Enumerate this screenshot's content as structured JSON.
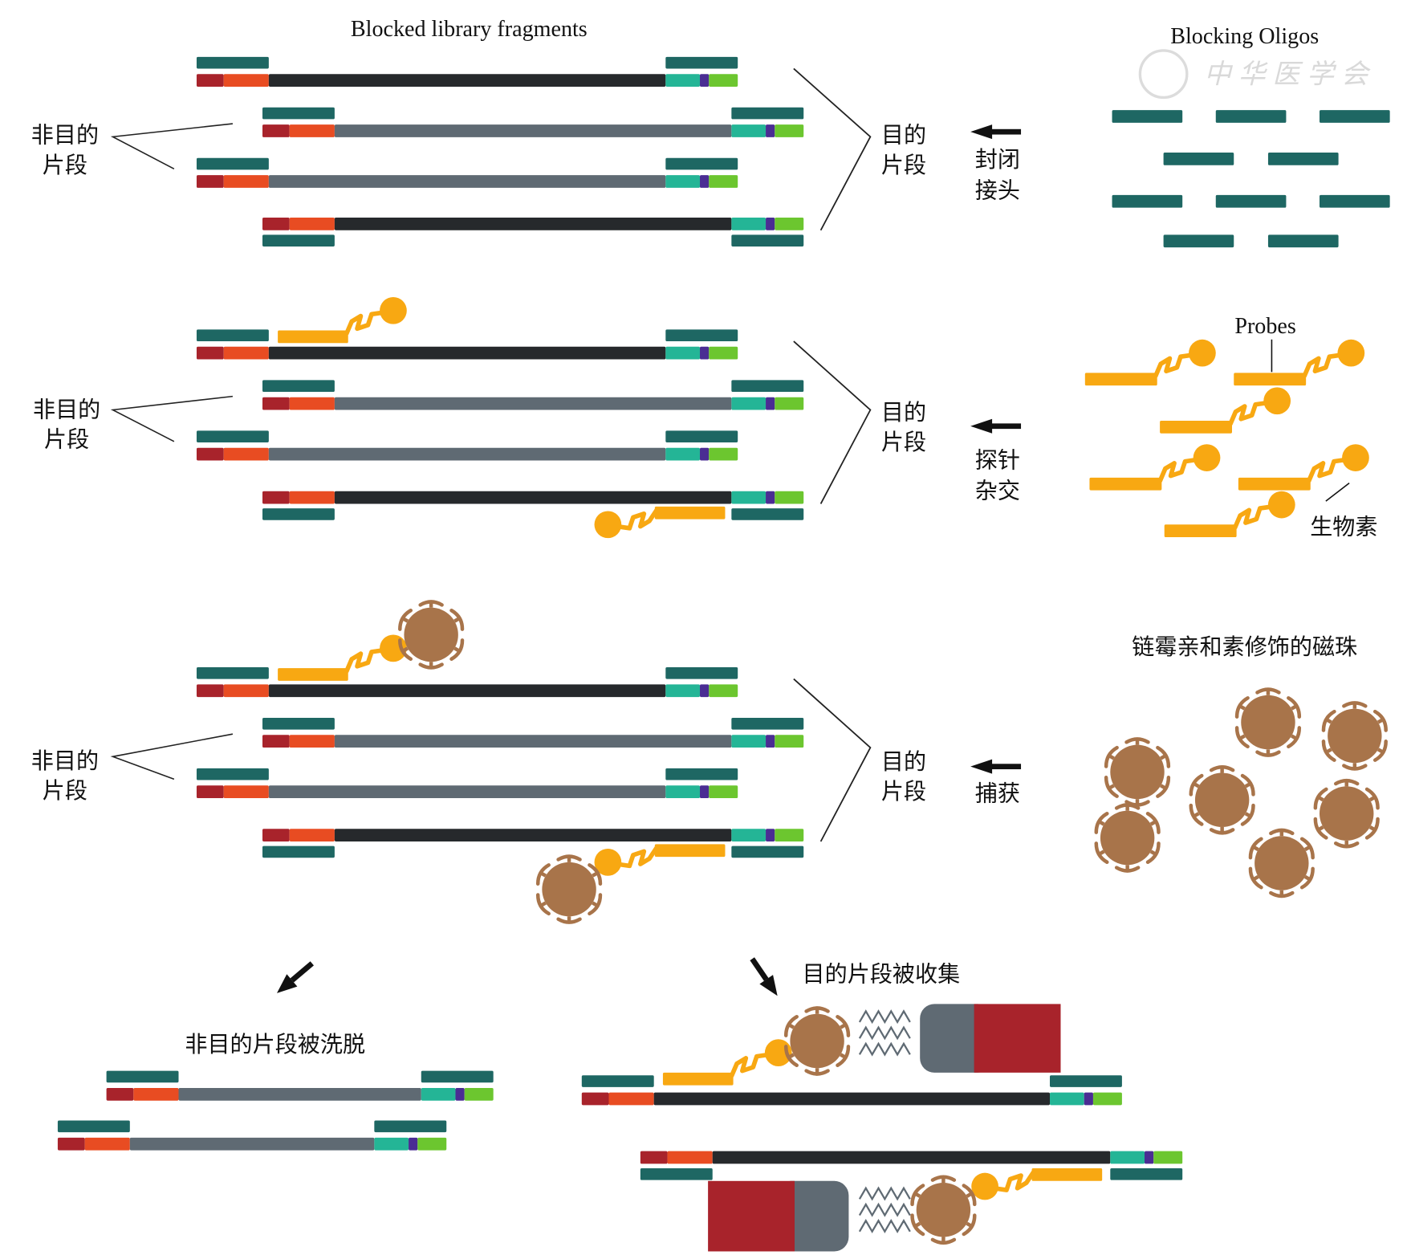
{
  "title": "Blocked library fragments",
  "colors": {
    "blocker": "#1e6763",
    "p5_red": "#a8232b",
    "p5_orange": "#e84c22",
    "insert_target": "#26292c",
    "insert_nontarget": "#5f6a73",
    "p3_teal": "#24b596",
    "p3_purple": "#4a2d93",
    "p3_green": "#6cc62f",
    "probe": "#f8a812",
    "bead": "#a8744a",
    "magnet_gray": "#5f6a73",
    "magnet_red": "#a8232b",
    "text": "#111111"
  },
  "watermark": "中华医学会",
  "legend": {
    "blocking_oligos": "Blocking Oligos",
    "probes": "Probes",
    "biotin": "生物素",
    "beads": "链霉亲和素修饰的磁珠"
  },
  "steps": [
    {
      "id": "block",
      "arrow_label_lines": [
        "封闭",
        "接头"
      ],
      "nontarget_label_lines": [
        "非目的",
        "片段"
      ],
      "target_label_lines": [
        "目的",
        "片段"
      ]
    },
    {
      "id": "hybridize",
      "arrow_label_lines": [
        "探针",
        "杂交"
      ],
      "nontarget_label_lines": [
        "非目的",
        "片段"
      ],
      "target_label_lines": [
        "目的",
        "片段"
      ]
    },
    {
      "id": "capture",
      "arrow_label_lines": [
        "捕获"
      ],
      "nontarget_label_lines": [
        "非目的",
        "片段"
      ],
      "target_label_lines": [
        "目的",
        "片段"
      ]
    }
  ],
  "outcomes": {
    "washed": "非目的片段被洗脱",
    "collected": "目的片段被收集"
  }
}
